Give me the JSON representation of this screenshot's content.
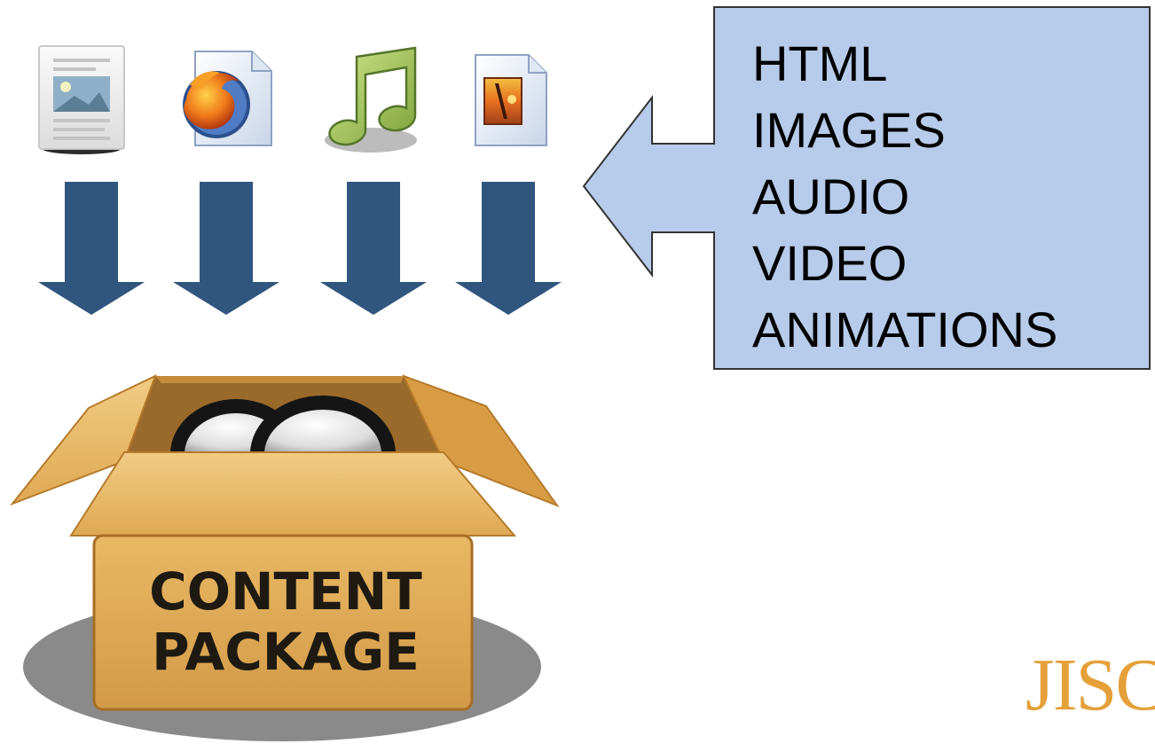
{
  "callout": {
    "items": [
      "HTML",
      "IMAGES",
      "AUDIO",
      "VIDEO",
      "ANIMATIONS"
    ],
    "fill": "#b7cbea"
  },
  "package": {
    "line1": "CONTENT",
    "line2": "PACKAGE"
  },
  "icons": [
    "document-icon",
    "firefox-page-icon",
    "music-note-icon",
    "image-file-icon"
  ],
  "arrow_color": "#30567f",
  "logo": {
    "text": "JISC",
    "color": "#e5a03a"
  }
}
